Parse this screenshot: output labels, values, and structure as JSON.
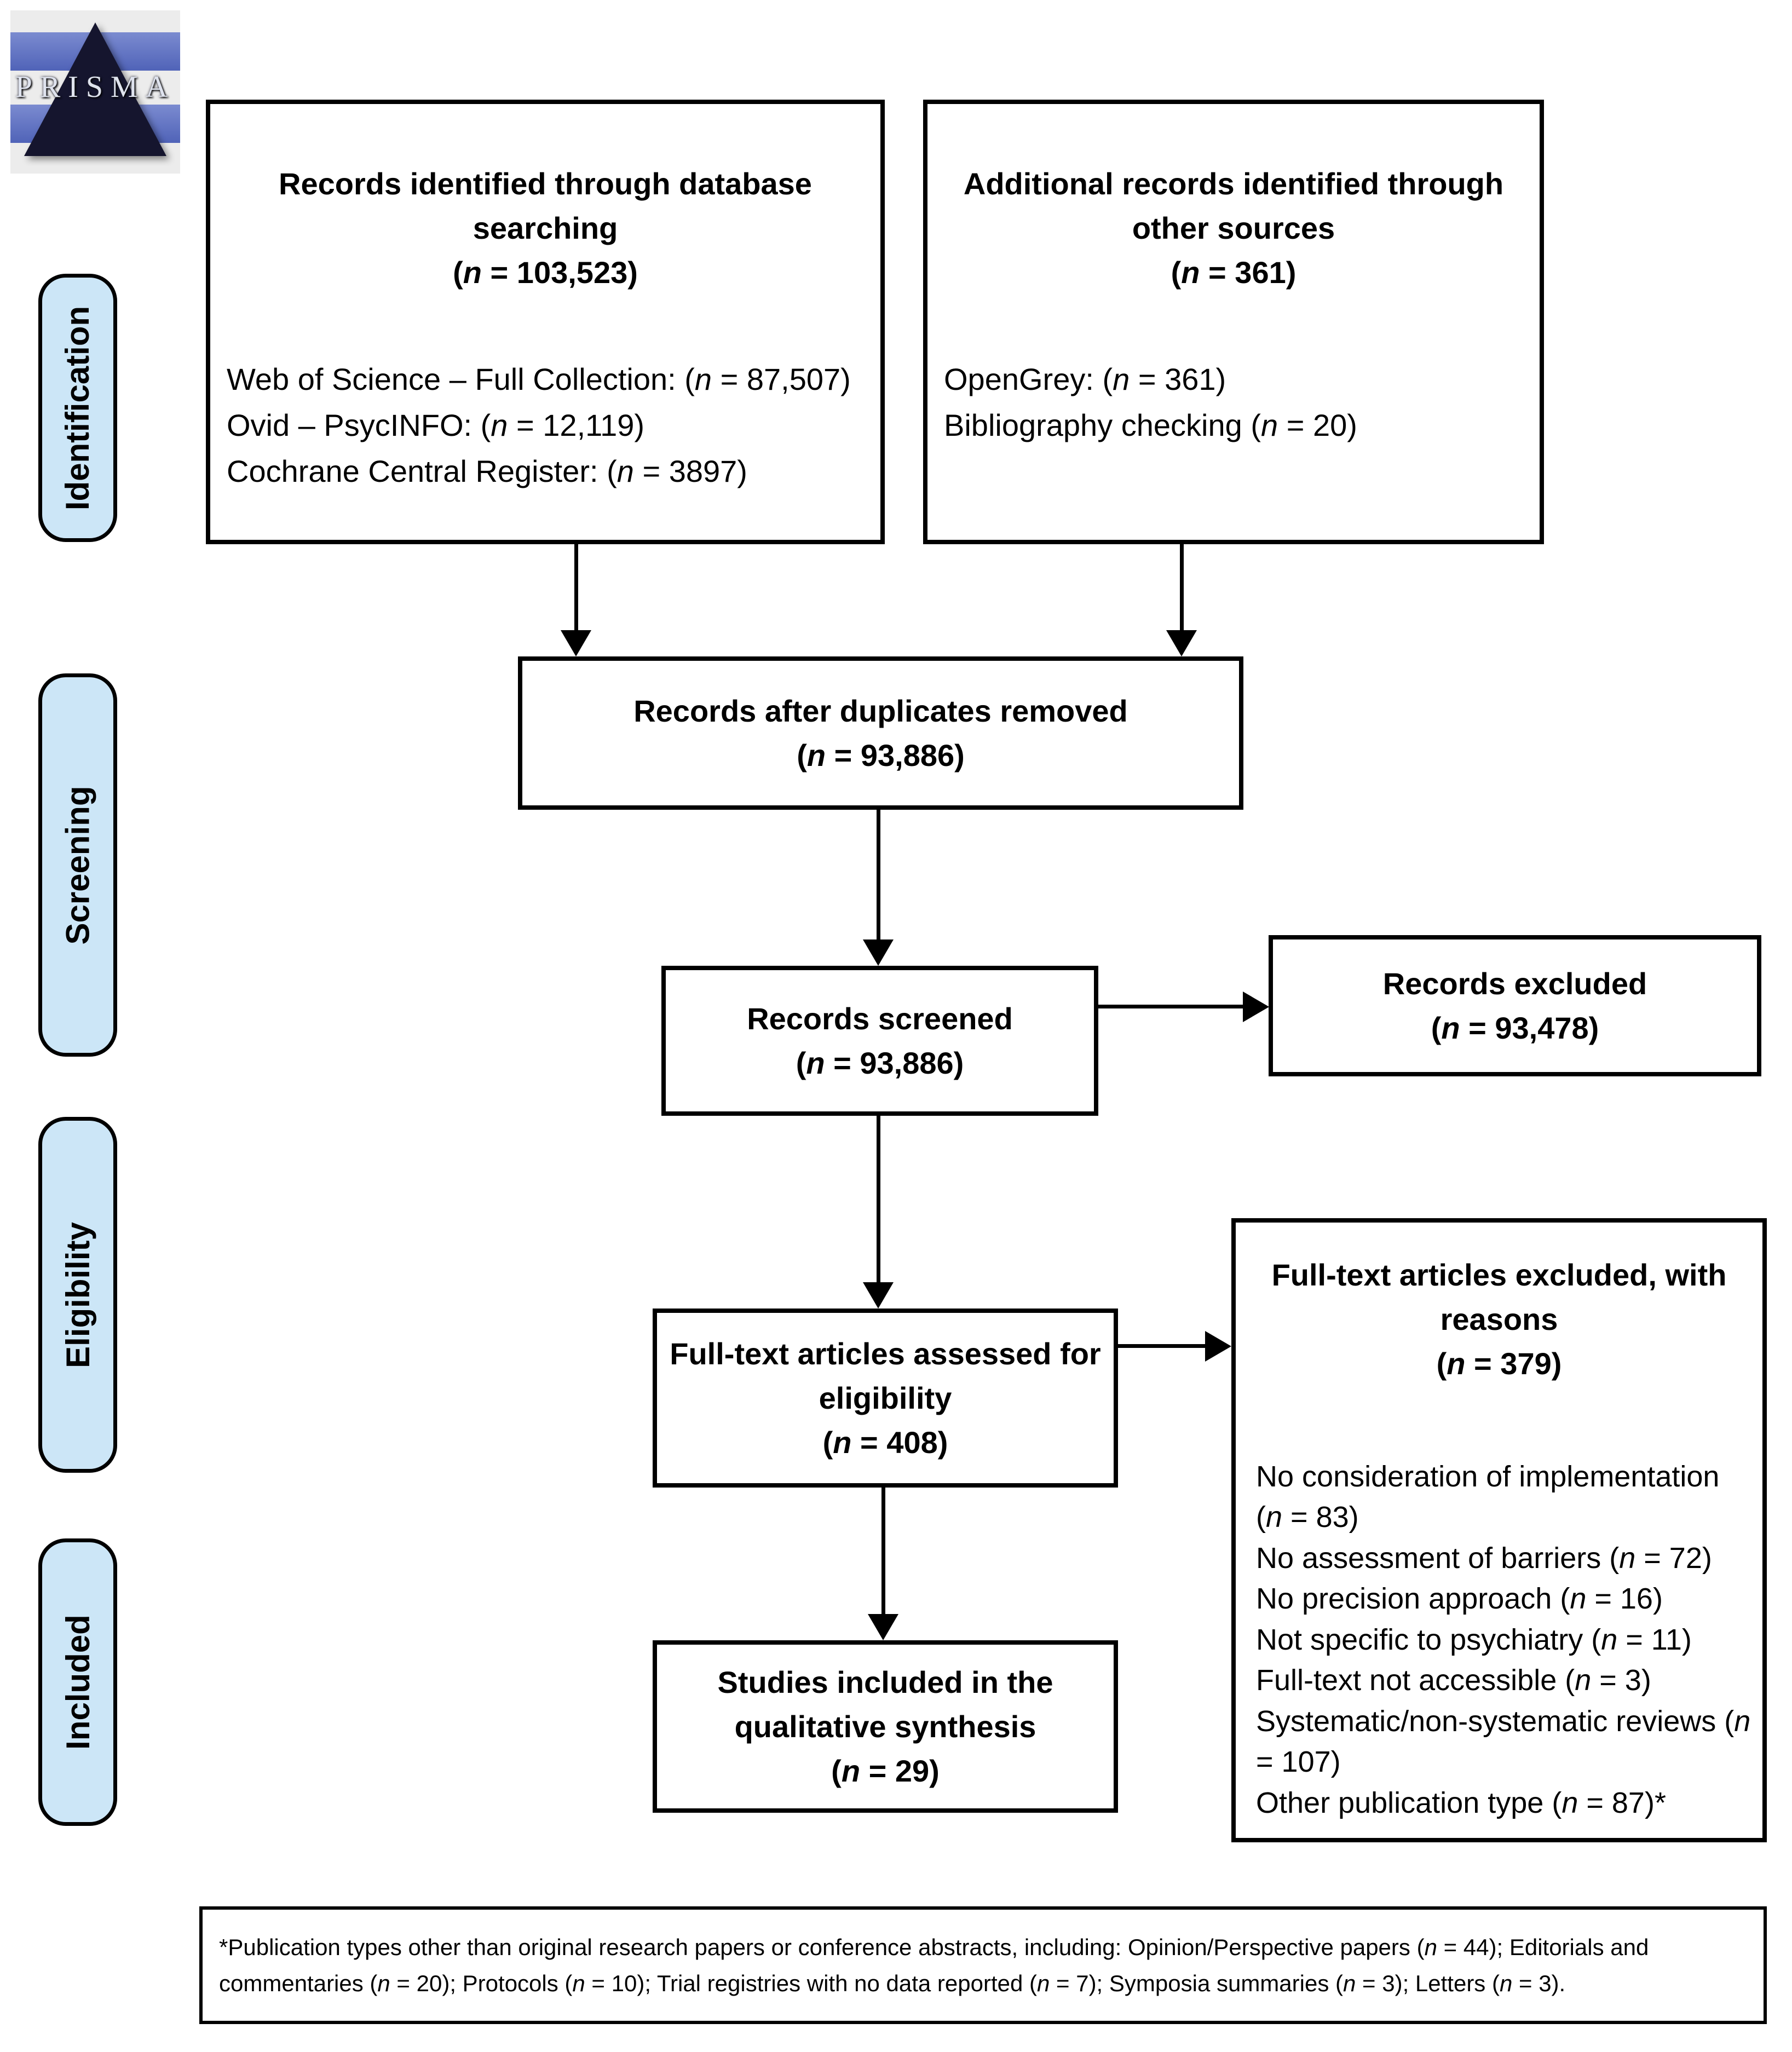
{
  "logo": {
    "text": "PRISMA"
  },
  "stages": [
    {
      "label": "Identification"
    },
    {
      "label": "Screening"
    },
    {
      "label": "Eligibility"
    },
    {
      "label": "Included"
    }
  ],
  "boxes": {
    "db_search": {
      "title": "Records identified through database searching",
      "count": "(n =  103,523)",
      "details": [
        "Web of Science – Full Collection: (n = 87,507)",
        "Ovid – PsycINFO: (n = 12,119)",
        "Cochrane Central Register: (n = 3897)"
      ]
    },
    "other_sources": {
      "title": "Additional records identified through other sources",
      "count": "(n = 361)",
      "details": [
        "OpenGrey: (n = 361)",
        "Bibliography checking (n = 20)"
      ]
    },
    "duplicates_removed": {
      "title": "Records after duplicates removed",
      "count": "(n = 93,886)"
    },
    "screened": {
      "title": "Records screened",
      "count": "(n = 93,886)"
    },
    "records_excluded": {
      "title": "Records excluded",
      "count": "(n = 93,478)"
    },
    "fulltext_assessed": {
      "title": "Full-text articles assessed for eligibility",
      "count": "(n = 408)"
    },
    "fulltext_excluded": {
      "title": "Full-text articles excluded, with reasons",
      "count": "(n = 379)",
      "reasons": [
        "No consideration of implementation (n = 83)",
        "No assessment of barriers (n = 72)",
        "No precision approach (n = 16)",
        "Not specific to psychiatry (n = 11)",
        "Full-text not accessible (n = 3)",
        "Systematic/non-systematic reviews (n = 107)",
        "Other publication type (n = 87)*"
      ]
    },
    "included_studies": {
      "title": "Studies included in the qualitative synthesis",
      "count": "(n = 29)"
    }
  },
  "footnote": "*Publication types other than original research papers or conference abstracts, including: Opinion/Perspective papers (n = 44); Editorials and commentaries (n = 20); Protocols (n = 10); Trial registries with no data reported (n = 7); Symposia summaries (n = 3); Letters (n = 3)."
}
